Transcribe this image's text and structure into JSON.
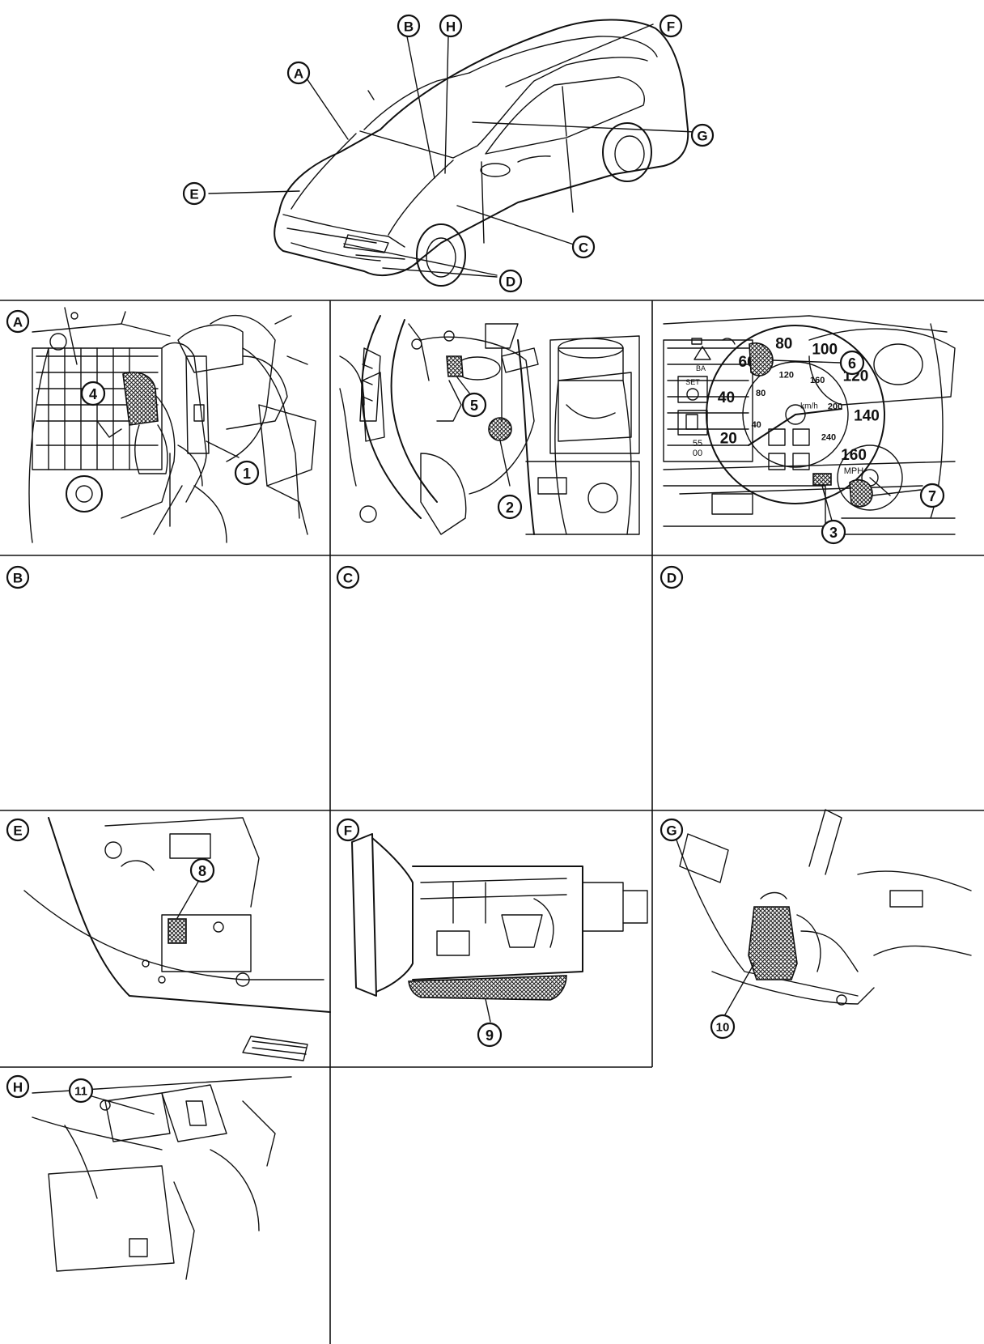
{
  "overview": {
    "letters": [
      {
        "id": "A"
      },
      {
        "id": "B"
      },
      {
        "id": "H"
      },
      {
        "id": "F"
      },
      {
        "id": "G"
      },
      {
        "id": "E"
      },
      {
        "id": "C"
      },
      {
        "id": "D"
      }
    ]
  },
  "panels": [
    {
      "id": "A",
      "label": "A",
      "part": "1"
    },
    {
      "id": "A2",
      "label": "",
      "part": "2"
    },
    {
      "id": "A3",
      "label": "",
      "part": "3"
    },
    {
      "id": "B",
      "label": "B",
      "part": "4"
    },
    {
      "id": "C",
      "label": "C",
      "part": "5"
    },
    {
      "id": "D",
      "label": "D",
      "parts": [
        "6",
        "7"
      ]
    },
    {
      "id": "E",
      "label": "E",
      "part": "8"
    },
    {
      "id": "F",
      "label": "F",
      "part": "9"
    },
    {
      "id": "G",
      "label": "G",
      "part": "10"
    },
    {
      "id": "H",
      "label": "H",
      "part": "11"
    }
  ],
  "gauge": {
    "mph": [
      "20",
      "40",
      "60",
      "80",
      "100",
      "120",
      "140",
      "160"
    ],
    "kmh": [
      "40",
      "80",
      "120",
      "160",
      "200",
      "240"
    ],
    "kmh_unit": "km/h",
    "mph_unit": "MPH",
    "set_label": "SET",
    "warn_label": "BA",
    "odo_a": "55",
    "odo_b": "00"
  }
}
